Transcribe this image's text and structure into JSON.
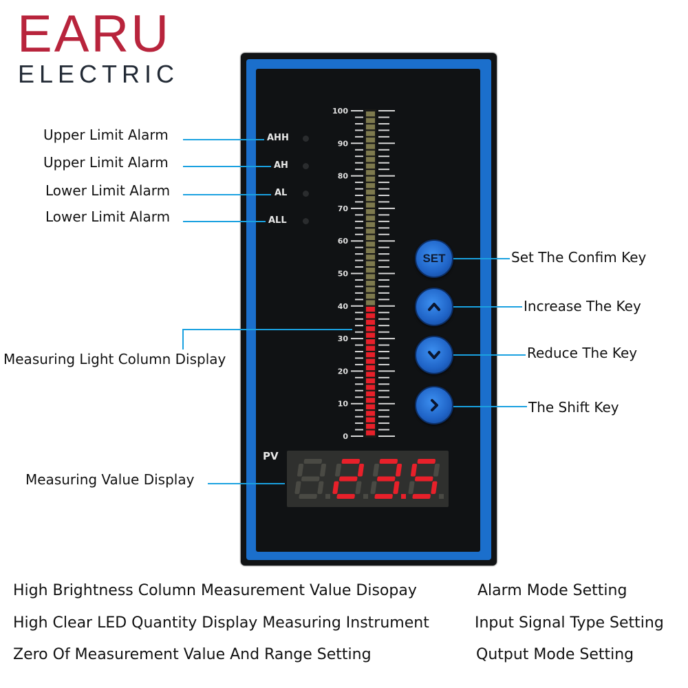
{
  "logo": {
    "main": "EARU",
    "sub": "ELECTRIC"
  },
  "alarms": [
    {
      "tag": "AHH",
      "label": "Upper Limit Alarm"
    },
    {
      "tag": "AH",
      "label": "Upper Limit Alarm"
    },
    {
      "tag": "AL",
      "label": "Lower Limit Alarm"
    },
    {
      "tag": "ALL",
      "label": "Lower Limit Alarm"
    }
  ],
  "scale": {
    "min": 0,
    "max": 100,
    "ticks": [
      "100",
      "90",
      "80",
      "70",
      "60",
      "50",
      "40",
      "30",
      "20",
      "10",
      "0"
    ]
  },
  "bar_level_percent": 40,
  "pv": {
    "label": "PV",
    "value": "23.5"
  },
  "buttons": [
    {
      "id": "set",
      "text": "SET",
      "label": "Set The  Confim Key",
      "icon": "set-key"
    },
    {
      "id": "up",
      "text": "",
      "label": "Increase The Key",
      "icon": "chevron-up-icon"
    },
    {
      "id": "down",
      "text": "",
      "label": "Reduce The Key",
      "icon": "chevron-down-icon"
    },
    {
      "id": "shift",
      "text": "",
      "label": "The Shift Key",
      "icon": "chevron-right-icon"
    }
  ],
  "callouts": {
    "column": "Measuring Light Column Display",
    "value": "Measuring Value Display"
  },
  "features": {
    "left": [
      "High Brightness Column Measurement Value Disopay",
      "High Clear LED Quantity Display Measuring Instrument",
      "Zero Of Measurement Value And Range Setting"
    ],
    "right": [
      "Alarm Mode Setting",
      "Input Signal Type Setting",
      "Qutput Mode Setting"
    ]
  },
  "colors": {
    "brand": "#b8243c",
    "bezel": "#1b6fcc",
    "led_on": "#e8202a",
    "led_off": "#7e7a4e",
    "callout_line": "#1aa1e0"
  }
}
